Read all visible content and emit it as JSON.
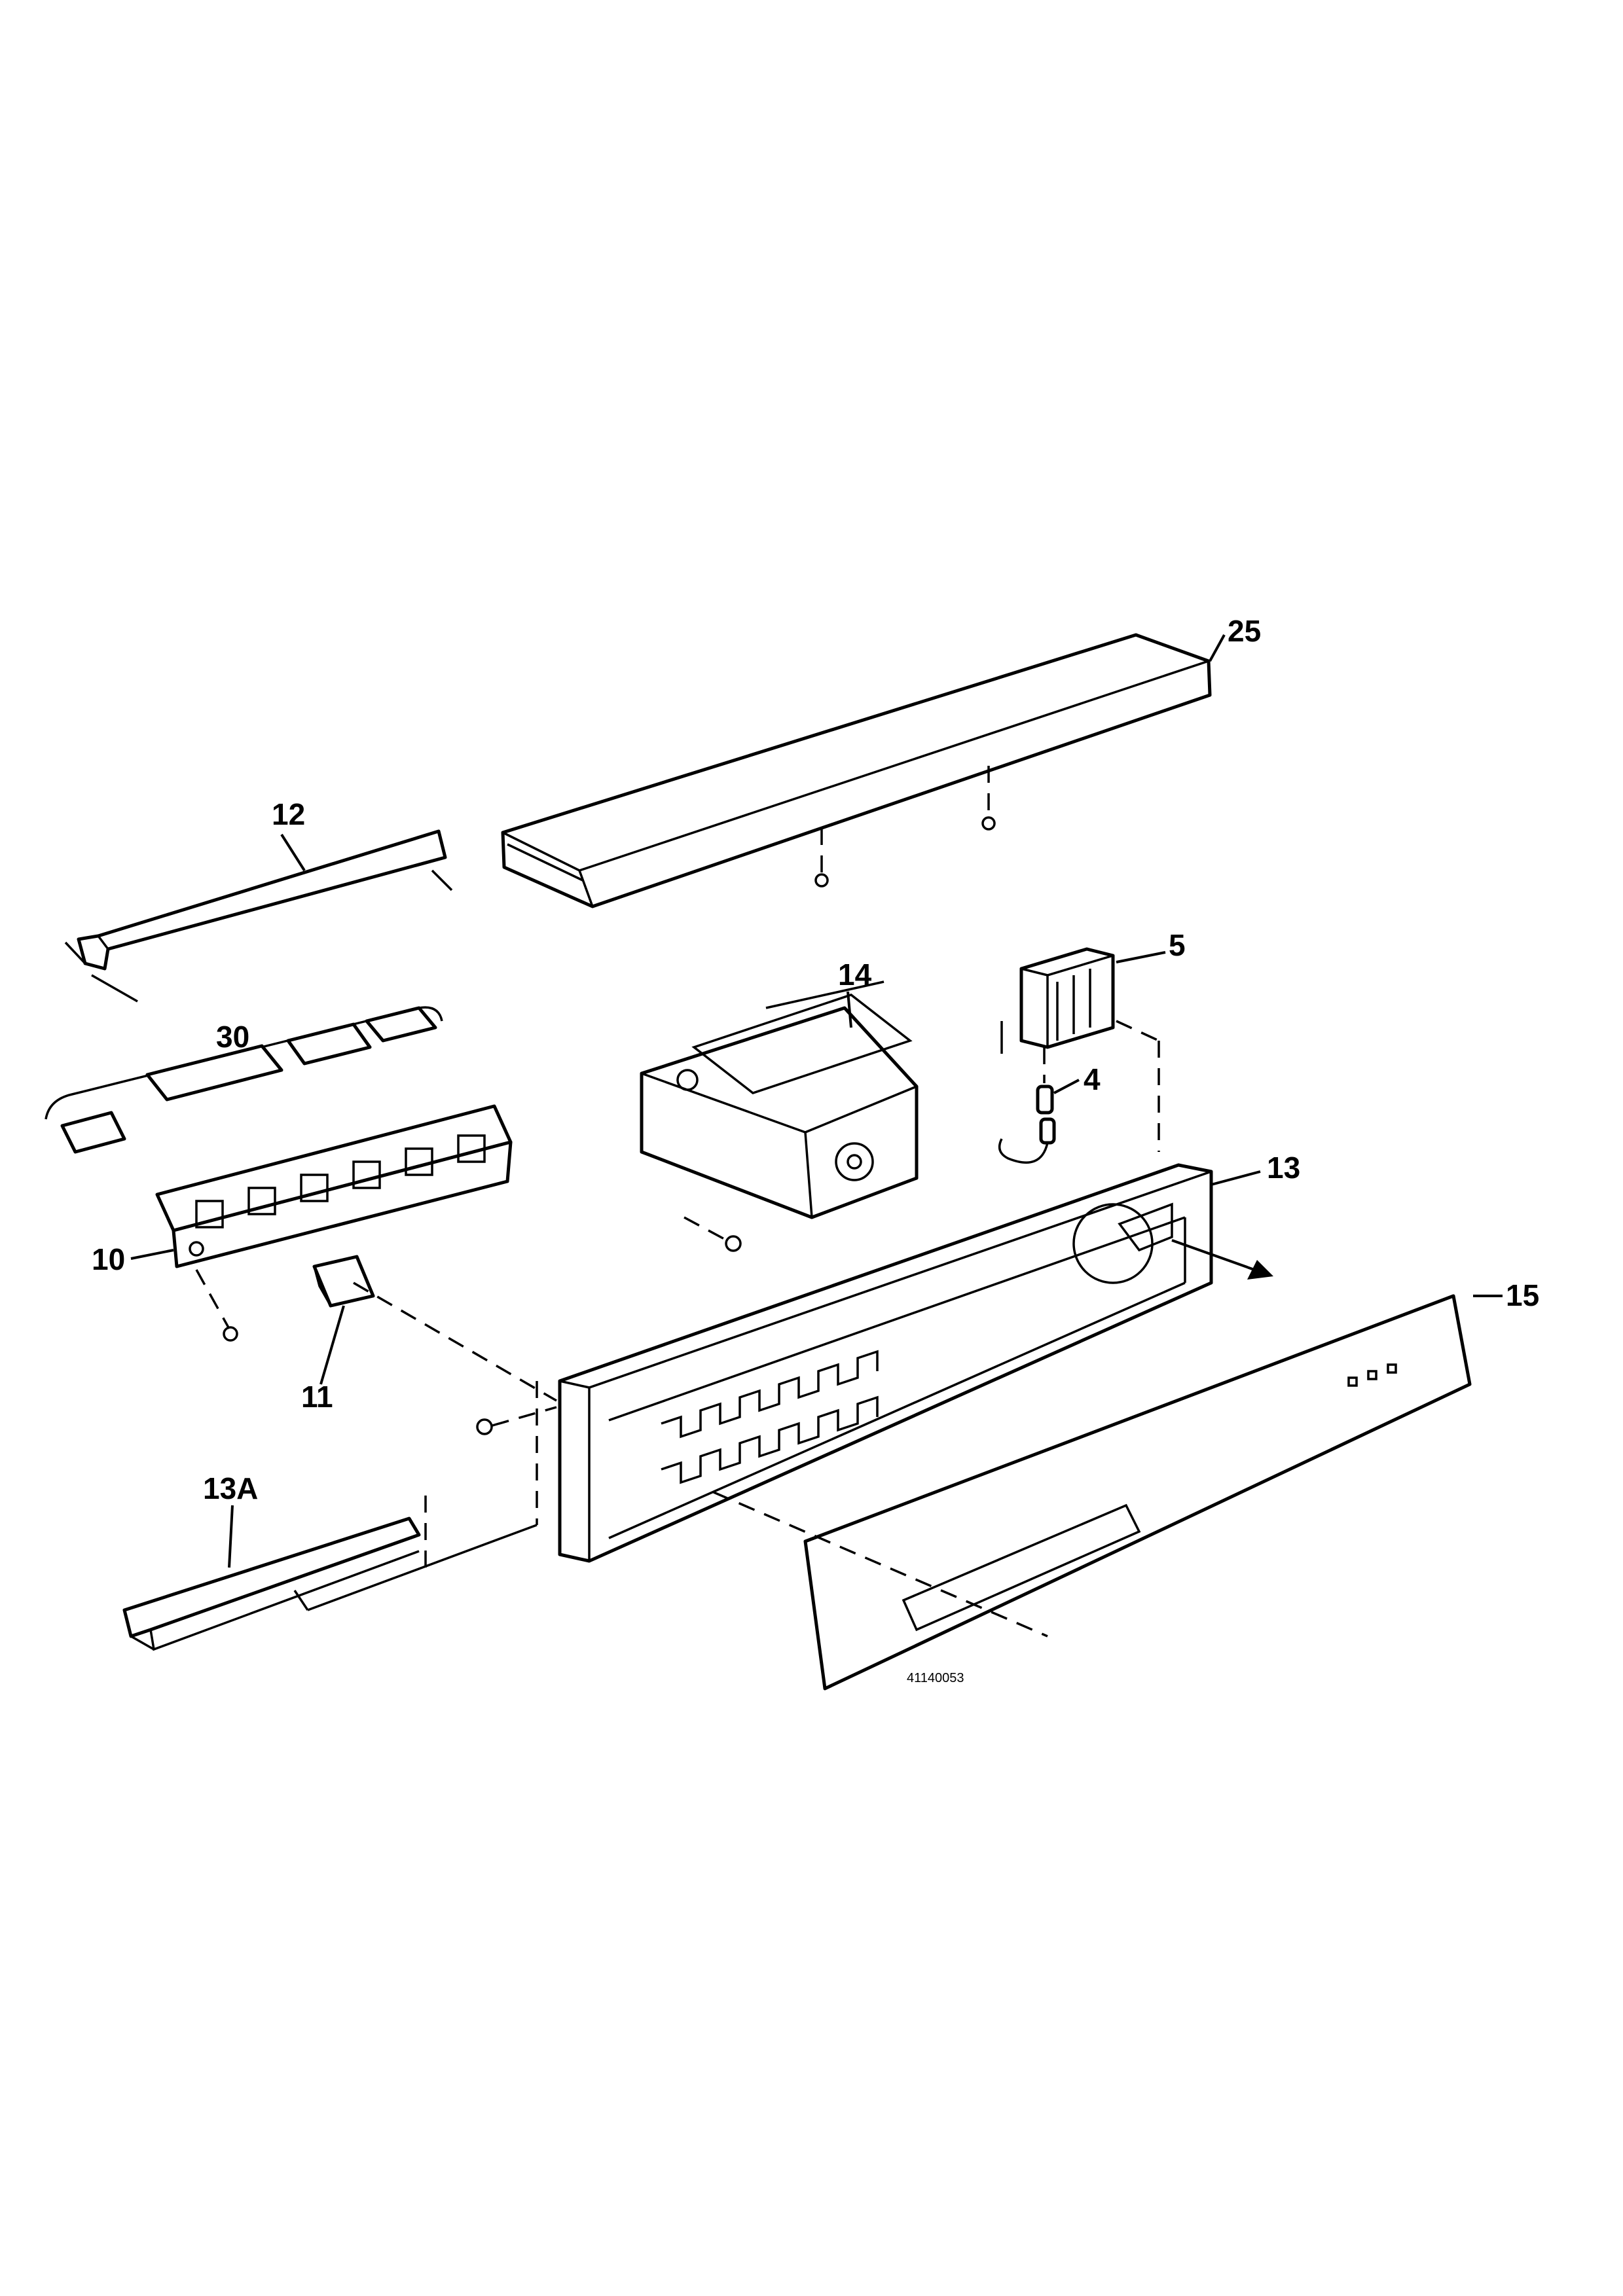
{
  "callouts": {
    "c25": "25",
    "c12": "12",
    "c14": "14",
    "c5": "5",
    "c30": "30",
    "c4": "4",
    "c13": "13",
    "c10": "10",
    "c15": "15",
    "c11": "11",
    "c13a": "13A"
  },
  "drawing_code": "41140053"
}
